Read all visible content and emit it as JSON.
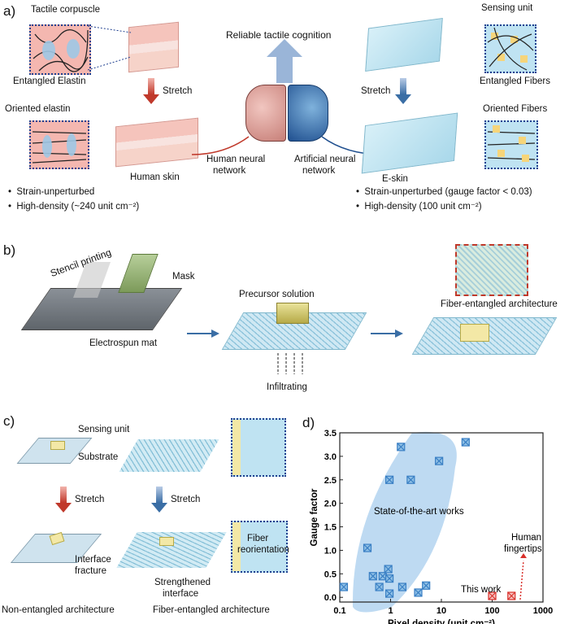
{
  "panel_a": {
    "letter": "a)",
    "tactile_corpuscle": "Tactile corpuscle",
    "entangled_elastin": "Entangled Elastin",
    "stretch_left": "Stretch",
    "oriented_elastin": "Oriented elastin",
    "human_skin": "Human skin",
    "reliable": "Reliable tactile cognition",
    "human_network": [
      "Human neural",
      "network"
    ],
    "artificial_network": [
      "Artificial neural",
      "network"
    ],
    "sensing_unit": "Sensing unit",
    "entangled_fibers": "Entangled Fibers",
    "stretch_right": "Stretch",
    "oriented_fibers": "Oriented Fibers",
    "eskin": "E-skin",
    "left_bullets": [
      "Strain-unperturbed",
      "High-density (~240 unit cm⁻²)"
    ],
    "right_bullets": [
      "Strain-unperturbed (gauge factor < 0.03)",
      "High-density (100 unit cm⁻²)"
    ],
    "colors": {
      "skin": "#f4b7b0",
      "fiber": "#bfe3f2",
      "arrow_red": "#c0392b",
      "arrow_blue": "#3a6ea5"
    }
  },
  "panel_b": {
    "letter": "b)",
    "stencil": "Stencil printing",
    "mask": "Mask",
    "electrospun": "Electrospun mat",
    "precursor": "Precursor solution",
    "infiltrating": "Infiltrating",
    "fiber_entangled": "Fiber-entangled architecture"
  },
  "panel_c": {
    "letter": "c)",
    "sensing_unit": "Sensing unit",
    "substrate": "Substrate",
    "stretch_left": "Stretch",
    "stretch_right": "Stretch",
    "interface_fracture": [
      "Interface",
      "fracture"
    ],
    "strengthened": [
      "Strengthened",
      "interface"
    ],
    "fiber_reorientation": [
      "Fiber",
      "reorientation"
    ],
    "non_entangled": "Non-entangled architecture",
    "fiber_entangled": "Fiber-entangled architecture"
  },
  "panel_d": {
    "letter": "d)",
    "annotation_state": "State-of-the-art works",
    "annotation_this": "This work",
    "annotation_human": [
      "Human",
      "fingertips"
    ]
  },
  "chart_data": {
    "type": "scatter",
    "xlabel": "Pixel density (unit cm⁻²)",
    "ylabel": "Gauge factor",
    "xscale": "log",
    "xlim": [
      0.1,
      1000
    ],
    "ylim": [
      -0.1,
      3.5
    ],
    "x_ticks": [
      "0.1",
      "1",
      "10",
      "100",
      "1000"
    ],
    "y_ticks": [
      "0.0",
      "0.5",
      "1.0",
      "1.5",
      "2.0",
      "2.5",
      "3.0",
      "3.5"
    ],
    "series": [
      {
        "name": "State-of-the-art works",
        "color": "#3a7fc4",
        "points": [
          [
            0.12,
            0.22
          ],
          [
            0.35,
            1.05
          ],
          [
            0.45,
            0.45
          ],
          [
            0.6,
            0.22
          ],
          [
            0.7,
            0.45
          ],
          [
            0.9,
            0.6
          ],
          [
            0.95,
            0.4
          ],
          [
            0.95,
            0.08
          ],
          [
            0.95,
            2.5
          ],
          [
            1.6,
            3.2
          ],
          [
            1.7,
            0.22
          ],
          [
            2.5,
            2.5
          ],
          [
            3.5,
            0.1
          ],
          [
            5,
            0.25
          ],
          [
            9,
            2.9
          ],
          [
            30,
            3.3
          ]
        ]
      },
      {
        "name": "This work",
        "color": "#d9302b",
        "points": [
          [
            100,
            0.03
          ]
        ]
      },
      {
        "name": "Human fingertips",
        "color": "#d9302b",
        "points": [
          [
            240,
            0.03
          ]
        ]
      }
    ],
    "grid": false
  }
}
